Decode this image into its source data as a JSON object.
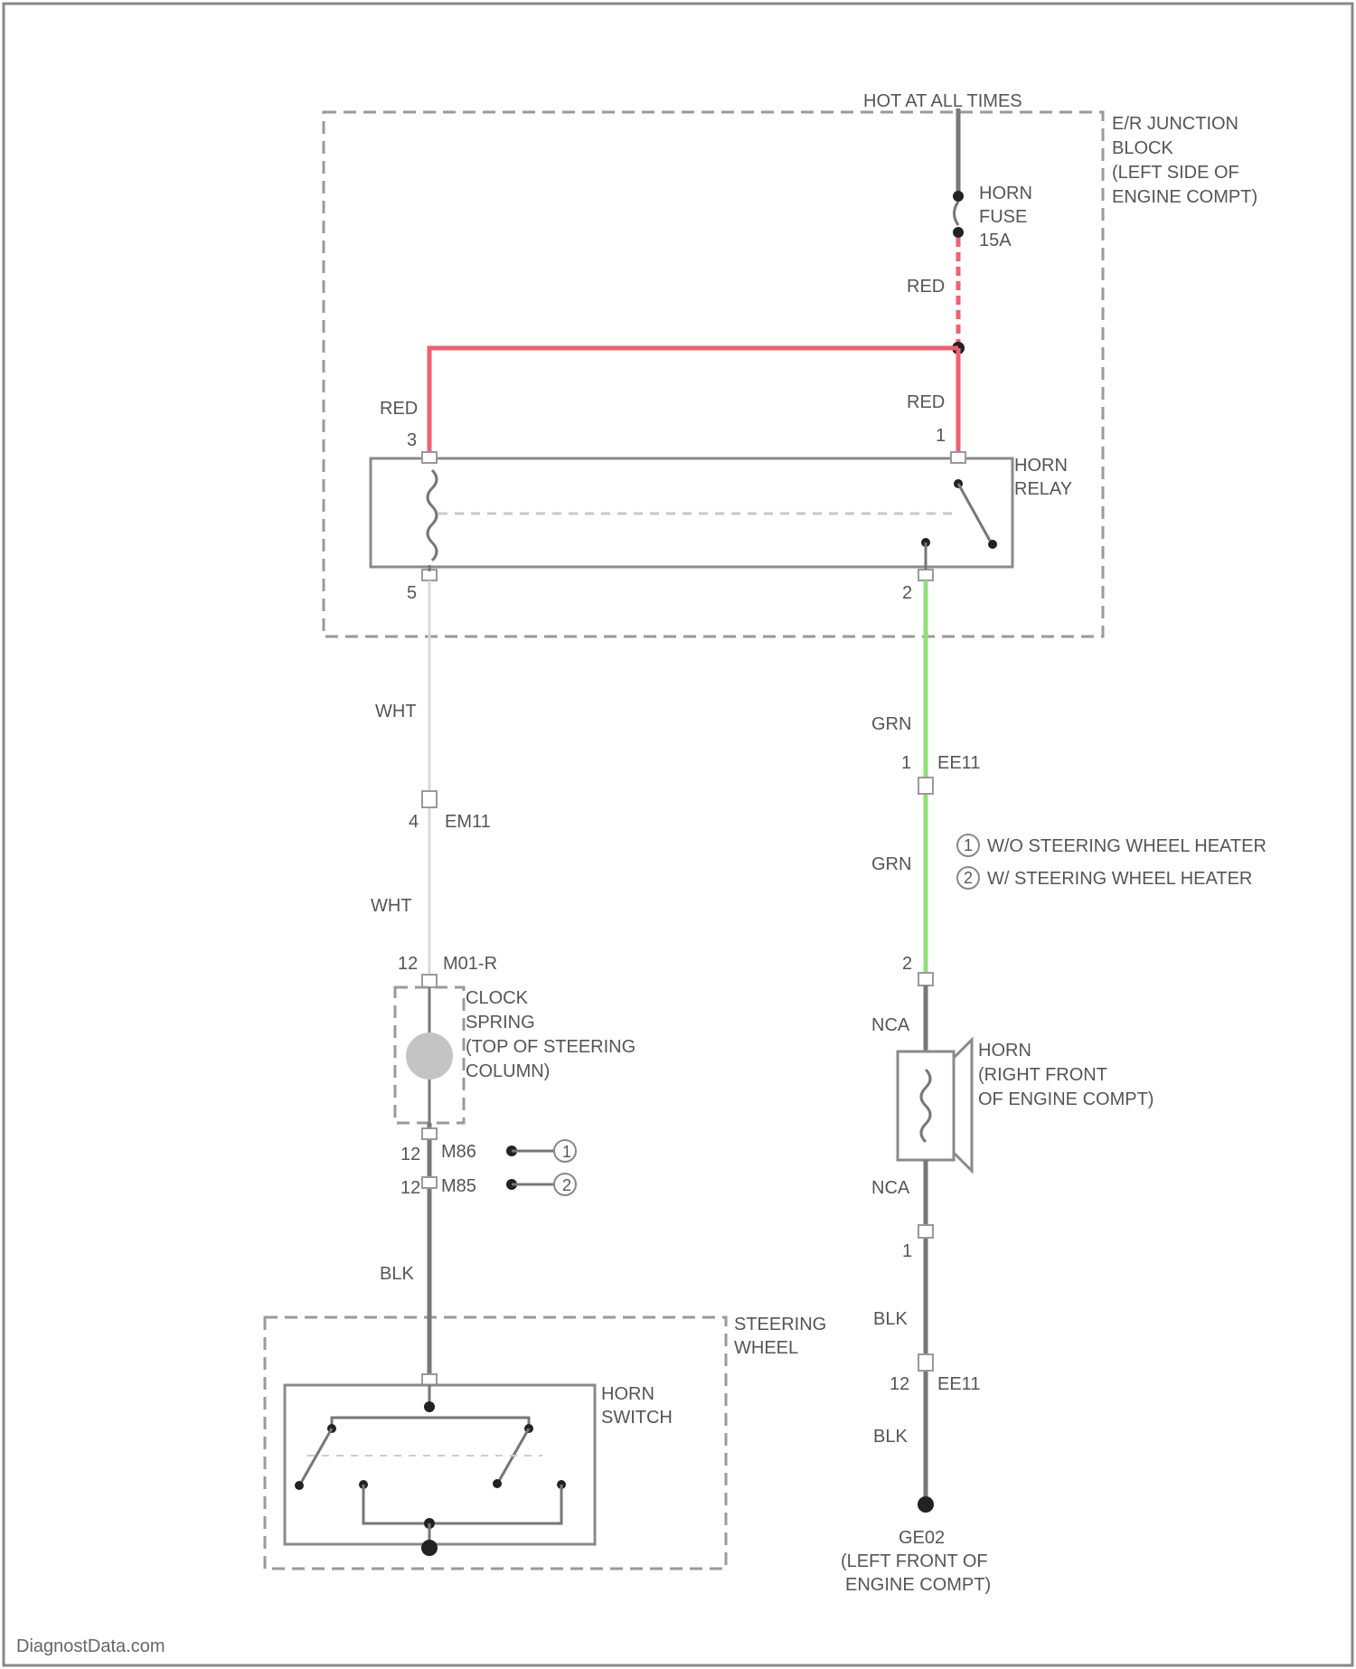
{
  "labels": {
    "hot": "HOT AT ALL TIMES",
    "junction_block": [
      "E/R JUNCTION",
      "BLOCK",
      "(LEFT SIDE OF",
      "ENGINE COMPT)"
    ],
    "horn_fuse": [
      "HORN",
      "FUSE",
      "15A"
    ],
    "wire_red_top": "RED",
    "wire_red_left": "RED",
    "wire_red_right": "RED",
    "pin_relay_3": "3",
    "pin_relay_1": "1",
    "pin_relay_5": "5",
    "pin_relay_2": "2",
    "horn_relay": [
      "HORN",
      "RELAY"
    ],
    "wire_wht_1": "WHT",
    "wire_wht_2": "WHT",
    "conn_eem_pin": "4",
    "conn_eem": "EM11",
    "conn_ee11a_pin": "1",
    "conn_ee11a": "EE11",
    "wire_grn_1": "GRN",
    "wire_grn_2": "GRN",
    "legend_1": "W/O STEERING WHEEL HEATER",
    "legend_2": "W/ STEERING WHEEL HEATER",
    "pin_clock_top": "12",
    "conn_m01": "M01-R",
    "clock_spring": [
      "CLOCK",
      "SPRING",
      "(TOP OF STEERING",
      "COLUMN)"
    ],
    "pin_clock_b1": "12",
    "conn_m86": "M86",
    "pin_clock_b2": "12",
    "conn_m85": "M85",
    "wire_blk_left": "BLK",
    "steering_wheel": [
      "STEERING",
      "WHEEL"
    ],
    "horn_switch": [
      "HORN",
      "SWITCH"
    ],
    "pin_horn_2": "2",
    "wire_nca_1": "NCA",
    "horn": [
      "HORN",
      "(RIGHT FRONT",
      "OF ENGINE COMPT)"
    ],
    "wire_nca_2": "NCA",
    "pin_horn_1": "1",
    "wire_blk_r1": "BLK",
    "conn_ee11b_pin": "12",
    "conn_ee11b": "EE11",
    "wire_blk_r2": "BLK",
    "ground": [
      "GE02",
      "(LEFT FRONT OF",
      "ENGINE COMPT)"
    ],
    "legend_mark_1": "1",
    "legend_mark_2": "2",
    "footer": "DiagnostData.com"
  },
  "colors": {
    "red_wire": "#f0606e",
    "green_wire": "#8fe07a",
    "white_wire": "#d8d8d8",
    "black_wire": "#777777"
  }
}
